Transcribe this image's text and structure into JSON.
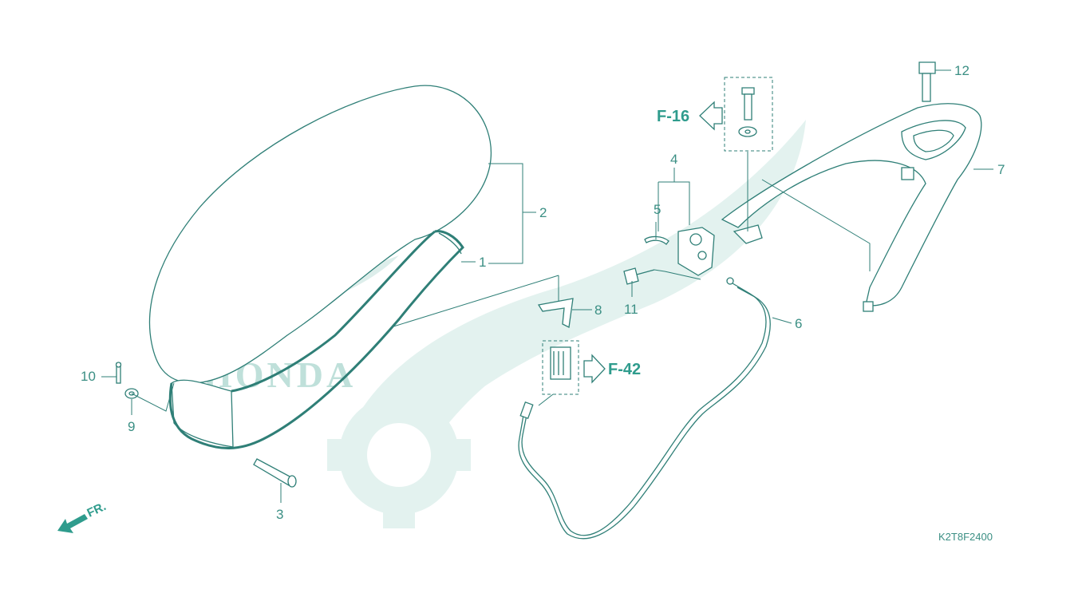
{
  "diagram": {
    "callouts": {
      "c1": "1",
      "c2": "2",
      "c3": "3",
      "c4": "4",
      "c5": "5",
      "c6": "6",
      "c7": "7",
      "c8": "8",
      "c9": "9",
      "c10": "10",
      "c11": "11",
      "c12": "12"
    },
    "references": {
      "f16": "F-16",
      "f42": "F-42"
    },
    "direction_label": "FR.",
    "drawing_code": "K2T8F2400",
    "watermark_text": "HONDA",
    "colors": {
      "line": "#2f7f77",
      "label": "#3b8f84",
      "reference": "#2f9c8d",
      "watermark": "#e3f2ef"
    }
  }
}
